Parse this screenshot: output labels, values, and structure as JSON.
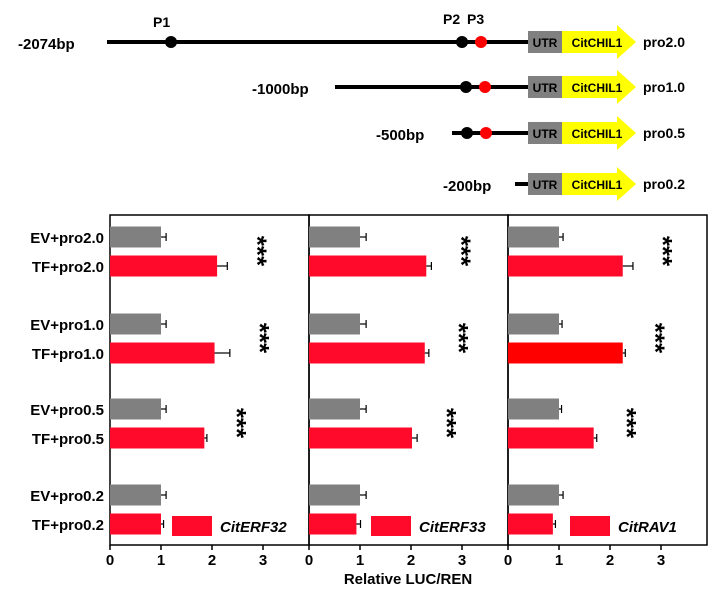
{
  "colors": {
    "line": "#000000",
    "utr_box": "#808080",
    "gene_arrow": "#ffff00",
    "site_black": "#000000",
    "site_red": "#ff0000",
    "bar_ev": "#808080",
    "bar_tf": "#ff0a2a",
    "bar_tf_highlight": "#ff0000"
  },
  "promoter_diagram": {
    "site_labels": [
      "P1",
      "P2",
      "P3"
    ],
    "utr_label": "UTR",
    "gene_label": "CitCHIL1",
    "constructs": [
      {
        "start_label": "-2074bp",
        "name": "pro2.0",
        "sites": [
          "black",
          "black",
          "red"
        ]
      },
      {
        "start_label": "-1000bp",
        "name": "pro1.0",
        "sites": [
          "black",
          "red"
        ]
      },
      {
        "start_label": "-500bp",
        "name": "pro0.5",
        "sites": [
          "black",
          "red"
        ]
      },
      {
        "start_label": "-200bp",
        "name": "pro0.2",
        "sites": []
      }
    ]
  },
  "chart_data": [
    {
      "type": "bar",
      "orientation": "horizontal",
      "legend": "CitERF32",
      "categories": [
        "EV+pro2.0",
        "TF+pro2.0",
        "EV+pro1.0",
        "TF+pro1.0",
        "EV+pro0.5",
        "TF+pro0.5",
        "EV+pro0.2",
        "TF+pro0.2"
      ],
      "values": [
        1.0,
        2.1,
        1.0,
        2.05,
        1.0,
        1.85,
        1.0,
        1.0
      ],
      "errors": [
        0.1,
        0.2,
        0.1,
        0.3,
        0.1,
        0.05,
        0.1,
        0.05
      ],
      "significance": [
        "",
        "***",
        "",
        "***",
        "",
        "***",
        "",
        ""
      ],
      "xlim": [
        0,
        3.9
      ],
      "xticks": [
        "0",
        "1",
        "2",
        "3"
      ]
    },
    {
      "type": "bar",
      "orientation": "horizontal",
      "legend": "CitERF33",
      "categories": [
        "EV+pro2.0",
        "TF+pro2.0",
        "EV+pro1.0",
        "TF+pro1.0",
        "EV+pro0.5",
        "TF+pro0.5",
        "EV+pro0.2",
        "TF+pro0.2"
      ],
      "values": [
        1.0,
        2.3,
        1.0,
        2.27,
        1.0,
        2.02,
        1.0,
        0.93
      ],
      "errors": [
        0.12,
        0.1,
        0.12,
        0.08,
        0.12,
        0.1,
        0.12,
        0.08
      ],
      "significance": [
        "",
        "***",
        "",
        "***",
        "",
        "***",
        "",
        ""
      ],
      "xlim": [
        0,
        3.9
      ],
      "xticks": [
        "0",
        "1",
        "2",
        "3"
      ]
    },
    {
      "type": "bar",
      "orientation": "horizontal",
      "legend": "CitRAV1",
      "categories": [
        "EV+pro2.0",
        "TF+pro2.0",
        "EV+pro1.0",
        "TF+pro1.0",
        "EV+pro0.5",
        "TF+pro0.5",
        "EV+pro0.2",
        "TF+pro0.2"
      ],
      "values": [
        1.0,
        2.25,
        1.0,
        2.25,
        1.0,
        1.68,
        1.0,
        0.88
      ],
      "errors": [
        0.08,
        0.2,
        0.06,
        0.05,
        0.05,
        0.06,
        0.08,
        0.05
      ],
      "significance": [
        "",
        "***",
        "",
        "***",
        "",
        "***",
        "",
        ""
      ],
      "xlim": [
        0,
        3.9
      ],
      "xticks": [
        "0",
        "1",
        "2",
        "3"
      ]
    }
  ],
  "xlabel": "Relative LUC/REN"
}
